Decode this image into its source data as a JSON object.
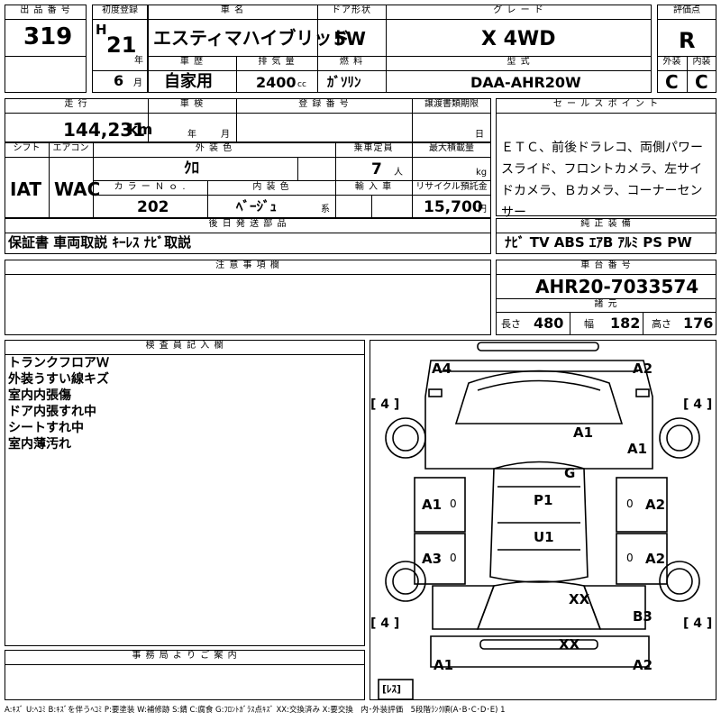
{
  "header": {
    "lot_no_label": "出 品 番 号",
    "lot_no": "319",
    "first_reg_label": "初度登録",
    "era": "H",
    "year": "21",
    "year_unit": "年",
    "month": "6",
    "month_unit": "月",
    "car_name_label": "車 名",
    "car_name": "エスティマハイブリッド",
    "door_label": "ドア形状",
    "door": "5W",
    "grade_label": "グ レ ー ド",
    "grade": "X 4WD",
    "score_label": "評価点",
    "score": "R",
    "history_label": "車 歴",
    "history": "自家用",
    "displacement_label": "排 気 量",
    "displacement": "2400",
    "displacement_unit": "cc",
    "fuel_label": "燃 料",
    "fuel": "ｶﾞｿﾘﾝ",
    "model_label": "型 式",
    "model": "DAA-AHR20W",
    "exterior_label": "外装",
    "exterior": "C",
    "interior_label": "内装",
    "interior": "C"
  },
  "row2": {
    "mileage_label": "走 行",
    "mileage": "144,231",
    "mileage_unit": "km",
    "inspection_label": "車 検",
    "insp_year_unit": "年",
    "insp_month_unit": "月",
    "reg_no_label": "登 録 番 号",
    "transfer_label": "譲渡書類期限",
    "transfer_day_unit": "日",
    "sales_label": "セ ー ル ス ポ イ ン ト",
    "sales_text": "ＥＴＣ、前後ドラレコ、両側パワースライド、フロントカメラ、左サイドカメラ、Ｂカメラ、コーナーセンサー"
  },
  "row3": {
    "shift_label": "シフト",
    "shift": "IAT",
    "ac_label": "エアコン",
    "ac": "WAC",
    "color_label": "外 装 色",
    "color": "ｸﾛ",
    "capacity_label": "乗車定員",
    "capacity": "7",
    "capacity_unit": "人",
    "load_label": "最大積載量",
    "load_unit": "kg",
    "color_no_label": "カ ラ ー Ｎ ｏ .",
    "color_no": "202",
    "int_color_label": "内 装 色",
    "int_color": "ﾍﾞｰｼﾞｭ",
    "int_color_unit": "系",
    "import_label": "輸 入 車",
    "recycle_label": "リサイクル預託金",
    "recycle": "15,700",
    "recycle_unit": "円"
  },
  "accessories": {
    "label": "後 日 発 送 部 品",
    "text": "保証書 車両取説 ｷｰﾚｽ ﾅﾋﾞ取説",
    "genuine_label": "純 正 装 備",
    "genuine": "ﾅﾋﾞ TV ABS ｴｱB ｱﾙﾐ PS PW"
  },
  "notes": {
    "label": "注 意 事 項 欄",
    "chassis_label": "車 台 番 号",
    "chassis": "AHR20-7033574",
    "dims_label": "諸 元",
    "length_label": "長さ",
    "length": "480",
    "width_label": "幅",
    "width": "182",
    "height_label": "高さ",
    "height": "176"
  },
  "inspector": {
    "label": "検 査 員 記 入 欄",
    "lines": [
      "トランクフロアＷ",
      "外装うすい線キズ",
      "室内内張傷",
      "ドア内張すれ中",
      "シートすれ中",
      "室内薄汚れ"
    ]
  },
  "diagram": {
    "marks": [
      "A4",
      "A2",
      "A1",
      "A1",
      "G",
      "A1",
      "A2",
      "P1",
      "U1",
      "A3",
      "A2",
      "XX",
      "B3",
      "XX",
      "A1",
      "A2"
    ],
    "tires": [
      "[ 4 ]",
      "[ 4 ]",
      "[ 4 ]",
      "[ 4 ]"
    ],
    "spare": "[ﾚｽ]",
    "zeros": [
      "0",
      "0",
      "0",
      "0"
    ]
  },
  "office": {
    "label": "事 務 局 よ り ご 案 内"
  },
  "legend": "A:ｷｽﾞ U:ﾍｺﾐ B:ｷｽﾞを伴うﾍｺﾐ P:要塗装 W:補修跡 S:錆 C:腐食 G:ﾌﾛﾝﾄｶﾞﾗｽ点ｷｽﾞ XX:交換済み X:要交換　内･外装評価　5段階ﾗﾝｸ順(A･B･C･D･E) 1"
}
